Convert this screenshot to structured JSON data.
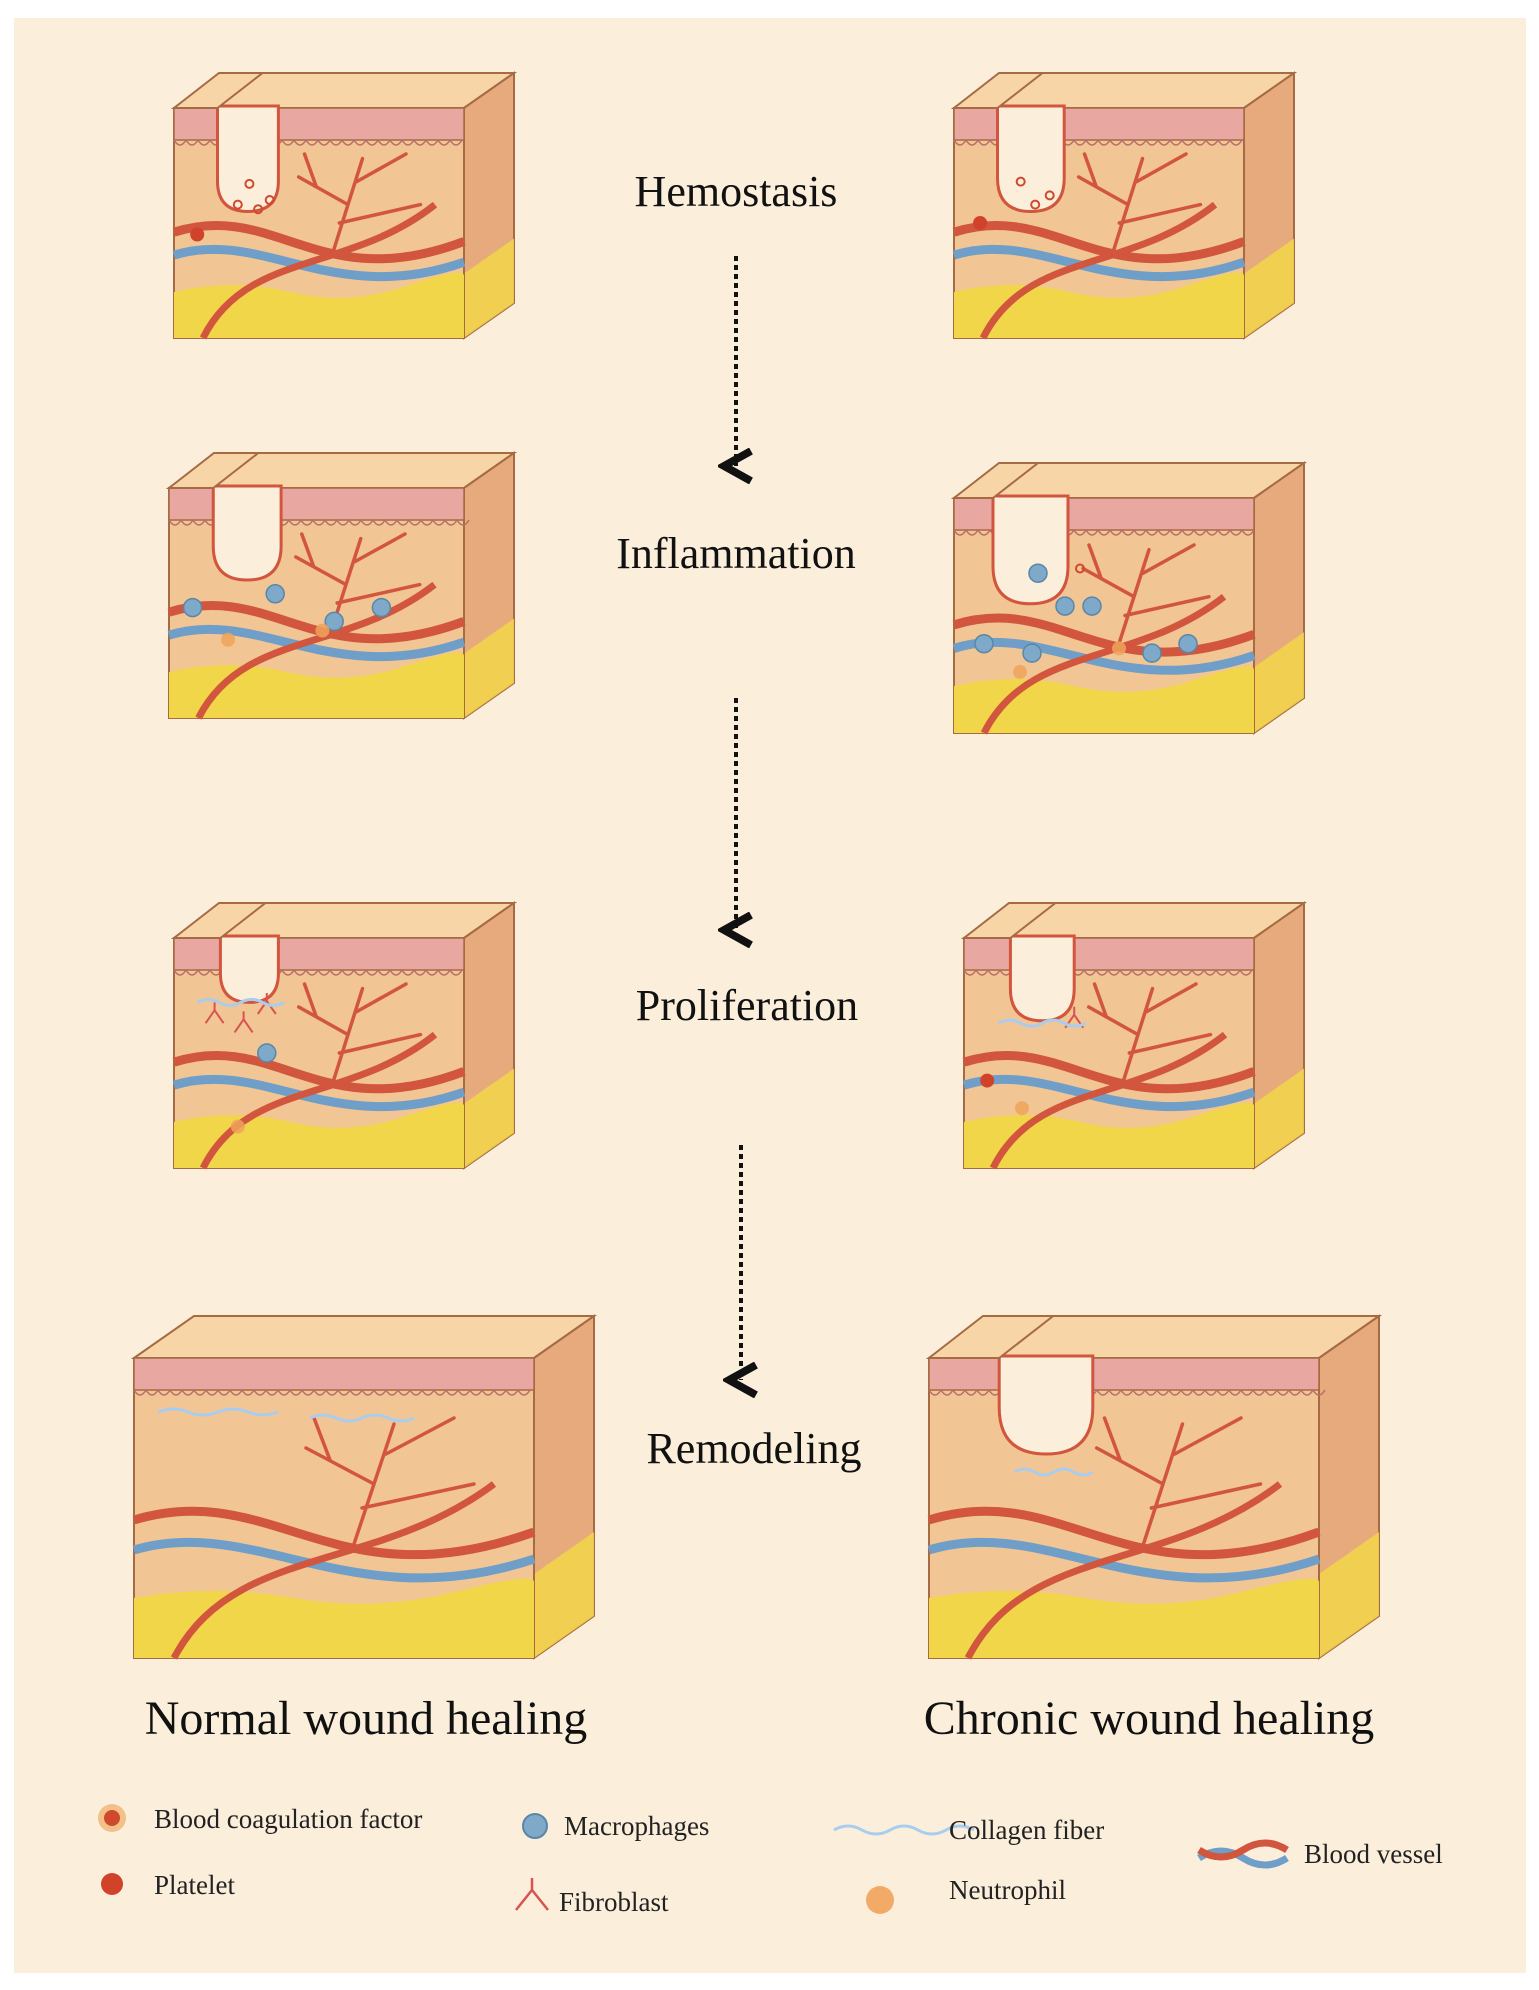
{
  "stages": [
    {
      "label": "Hemostasis"
    },
    {
      "label": "Inflammation"
    },
    {
      "label": "Proliferation"
    },
    {
      "label": "Remodeling"
    }
  ],
  "columns": {
    "normal": "Normal wound healing",
    "chronic": "Chronic wound healing"
  },
  "legend": {
    "blood_coagulation_factor": "Blood coagulation factor",
    "platelet": "Platelet",
    "macrophages": "Macrophages",
    "fibroblast": "Fibroblast",
    "collagen_fiber": "Collagen fiber",
    "neutrophil": "Neutrophil",
    "blood_vessel": "Blood vessel"
  },
  "colors": {
    "background": "#fbefdc",
    "dermis_front": "#f2c594",
    "dermis_top": "#f8d5a7",
    "dermis_side": "#e7aa7c",
    "epidermis": "#e9a7a2",
    "fat": "#f1d64a",
    "vessel_red": "#d2553d",
    "vessel_blue": "#6f9fc8",
    "macrophage": "#7fa9c8",
    "collagen": "#a9cdef",
    "text": "#111111"
  }
}
